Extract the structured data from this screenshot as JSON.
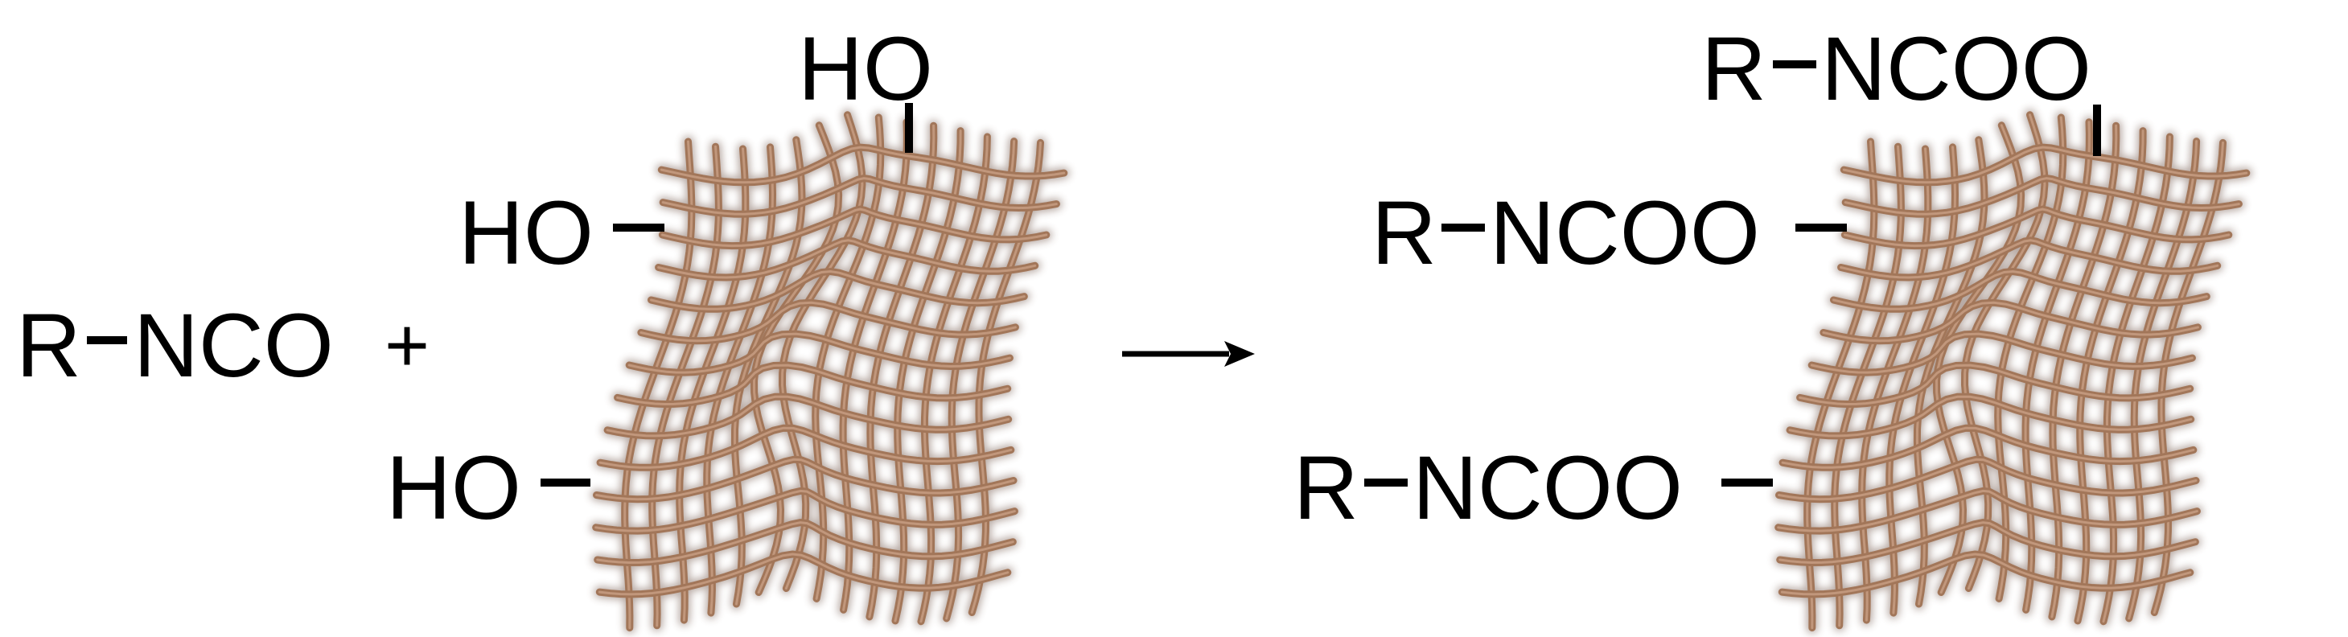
{
  "reactant": {
    "isocyanate": {
      "r": "R",
      "group": "NCO",
      "plus": "+"
    },
    "hydroxyl_labels": [
      "HO",
      "HO",
      "HO"
    ]
  },
  "arrow": "→",
  "product": {
    "substituents": [
      {
        "r": "R",
        "group": "NCOO"
      },
      {
        "r": "R",
        "group": "NCOO"
      },
      {
        "r": "R",
        "group": "NCOO"
      }
    ]
  },
  "colors": {
    "fiber_main": "#a27659",
    "fiber_light": "#c9a084",
    "fiber_shadow": "#5e4130",
    "ink": "#000000"
  }
}
